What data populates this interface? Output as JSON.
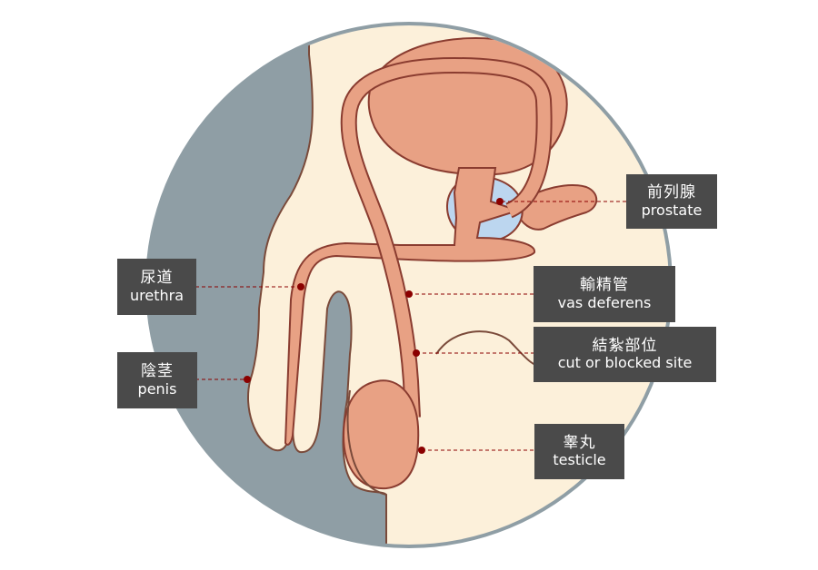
{
  "colors": {
    "background": "#ffffff",
    "circle_fill": "#fcf0da",
    "circle_border": "#8f9ea5",
    "outside_body": "#8f9ea5",
    "organ": "#e8a184",
    "organ_stroke": "#8a3c30",
    "prostate": "#bcd6ef",
    "marker": "#8b0000",
    "label_bg": "#4a4a4a",
    "label_text": "#ffffff"
  },
  "labels": {
    "prostate": {
      "ja": "前列腺",
      "en": "prostate"
    },
    "urethra": {
      "ja": "尿道",
      "en": "urethra"
    },
    "vas_deferens": {
      "ja": "輸精管",
      "en": "vas deferens"
    },
    "cut_site": {
      "ja": "結紮部位",
      "en": "cut or blocked site"
    },
    "penis": {
      "ja": "陰茎",
      "en": "penis"
    },
    "testicle": {
      "ja": "睾丸",
      "en": "testicle"
    }
  }
}
